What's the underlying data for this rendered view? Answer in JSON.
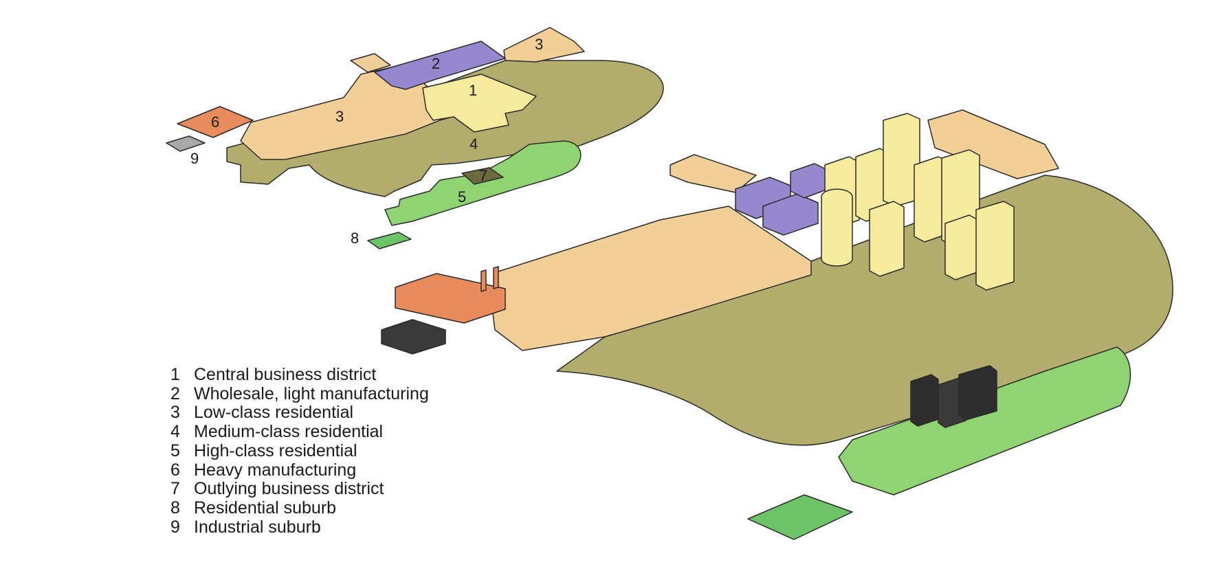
{
  "colors": {
    "cbd": "#f6eb9c",
    "wholesale": "#9688cf",
    "low_class": "#f3cf98",
    "medium_class": "#b2ad6c",
    "high_class": "#8fd372",
    "heavy_mfg": "#e88b5d",
    "outlying_cbd": "#6e6a3f",
    "res_suburb": "#6cc467",
    "ind_suburb": "#a9a9a9",
    "outline": "#2a2a2a"
  },
  "zones": [
    {
      "id": "1",
      "label": "1"
    },
    {
      "id": "2",
      "label": "2"
    },
    {
      "id": "3a",
      "label": "3"
    },
    {
      "id": "3b",
      "label": "3"
    },
    {
      "id": "4",
      "label": "4"
    },
    {
      "id": "5",
      "label": "5"
    },
    {
      "id": "6",
      "label": "6"
    },
    {
      "id": "7",
      "label": "7"
    },
    {
      "id": "8",
      "label": "8"
    },
    {
      "id": "9",
      "label": "9"
    }
  ],
  "legend": [
    {
      "num": "1",
      "text": "Central business district"
    },
    {
      "num": "2",
      "text": "Wholesale, light manufacturing"
    },
    {
      "num": "3",
      "text": "Low-class residential"
    },
    {
      "num": "4",
      "text": "Medium-class residential"
    },
    {
      "num": "5",
      "text": "High-class residential"
    },
    {
      "num": "6",
      "text": "Heavy manufacturing"
    },
    {
      "num": "7",
      "text": "Outlying business district"
    },
    {
      "num": "8",
      "text": "Residential suburb"
    },
    {
      "num": "9",
      "text": "Industrial suburb"
    }
  ]
}
